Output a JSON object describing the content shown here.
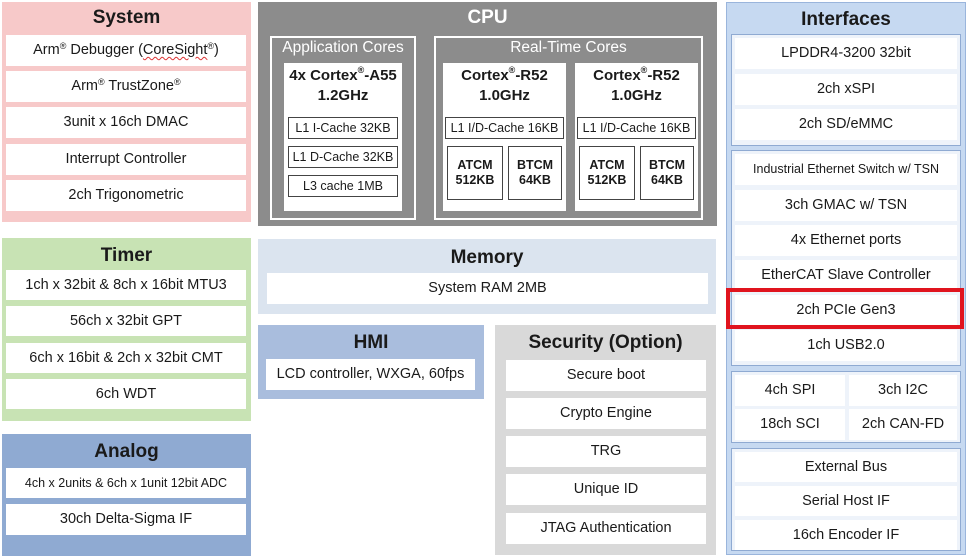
{
  "system": {
    "title": "System",
    "debugger_prefix": "Arm",
    "debugger_mid": " Debugger (",
    "debugger_brand": "CoreSight",
    "debugger_suffix": ")",
    "trustzone_prefix": "Arm",
    "trustzone_mid": " TrustZone",
    "reg_mark": "®",
    "dmac": "3unit x 16ch DMAC",
    "interrupt": "Interrupt Controller",
    "trig": "2ch Trigonometric"
  },
  "cpu": {
    "title": "CPU",
    "app_cores": {
      "title": "Application Cores",
      "name_prefix": "4x Cortex",
      "name_suffix": "-A55",
      "freq": "1.2GHz",
      "l1i": "L1 I-Cache 32KB",
      "l1d": "L1 D-Cache 32KB",
      "l3": "L3 cache 1MB"
    },
    "rt_cores": {
      "title": "Real-Time Cores",
      "cores": [
        {
          "name_prefix": "Cortex",
          "name_suffix": "-R52",
          "freq": "1.0GHz",
          "cache": "L1 I/D-Cache 16KB",
          "atcm": "ATCM\n512KB",
          "btcm": "BTCM\n64KB"
        },
        {
          "name_prefix": "Cortex",
          "name_suffix": "-R52",
          "freq": "1.0GHz",
          "cache": "L1 I/D-Cache 16KB",
          "atcm": "ATCM\n512KB",
          "btcm": "BTCM\n64KB"
        }
      ]
    }
  },
  "timer": {
    "title": "Timer",
    "items": [
      "1ch x 32bit & 8ch x 16bit MTU3",
      "56ch x 32bit GPT",
      "6ch x 16bit & 2ch x 32bit CMT",
      "6ch WDT"
    ]
  },
  "analog": {
    "title": "Analog",
    "items": [
      "4ch x 2units & 6ch x 1unit 12bit ADC",
      "30ch Delta-Sigma IF"
    ]
  },
  "memory": {
    "title": "Memory",
    "items": [
      "System RAM 2MB"
    ]
  },
  "hmi": {
    "title": "HMI",
    "items": [
      "LCD controller, WXGA, 60fps"
    ]
  },
  "security": {
    "title": "Security (Option)",
    "items": [
      "Secure boot",
      "Crypto Engine",
      "TRG",
      "Unique ID",
      "JTAG Authentication"
    ]
  },
  "interfaces": {
    "title": "Interfaces",
    "group1": [
      "LPDDR4-3200 32bit",
      "2ch xSPI",
      "2ch SD/eMMC"
    ],
    "group2": [
      "Industrial Ethernet Switch w/ TSN",
      "3ch GMAC w/ TSN",
      "4x Ethernet ports",
      "EtherCAT Slave Controller",
      "2ch PCIe Gen3",
      "1ch USB2.0"
    ],
    "group3": [
      "4ch SPI",
      "3ch I2C",
      "18ch SCI",
      "2ch CAN-FD"
    ],
    "group4": [
      "External Bus",
      "Serial Host IF",
      "16ch Encoder IF"
    ],
    "highlight_color": "#e0141e"
  }
}
